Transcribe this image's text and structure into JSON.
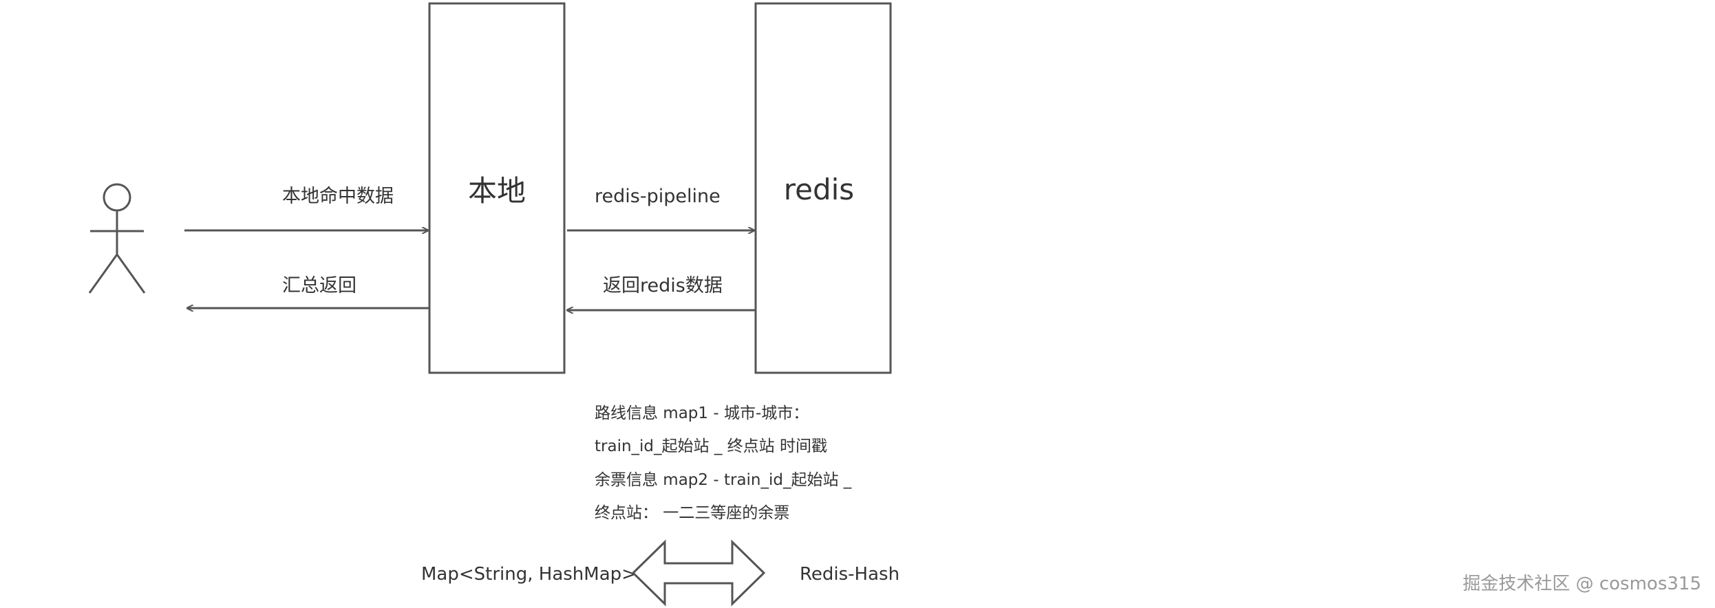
{
  "boxes": {
    "local": "本地",
    "redis": "redis"
  },
  "arrows": {
    "local_hit": "本地命中数据",
    "aggregate_return": "汇总返回",
    "pipeline": "redis-pipeline",
    "redis_return": "返回redis数据"
  },
  "notes": {
    "line1": "路线信息   map1 - 城市-城市：",
    "line2": "train_id_起始站 _ 终点站 时间戳",
    "line3": "余票信息  map2 - train_id_起始站 _",
    "line4": "终点站：  一二三等座的余票"
  },
  "mapping": {
    "left": "Map<String, HashMap>",
    "right": "Redis-Hash"
  },
  "watermark": "掘金技术社区 @ cosmos315",
  "colors": {
    "stroke": "#555555",
    "text": "#333333",
    "watermark": "#999999"
  },
  "icons": {
    "user": "actor-stick-figure-icon",
    "mapping": "double-arrow-icon"
  }
}
